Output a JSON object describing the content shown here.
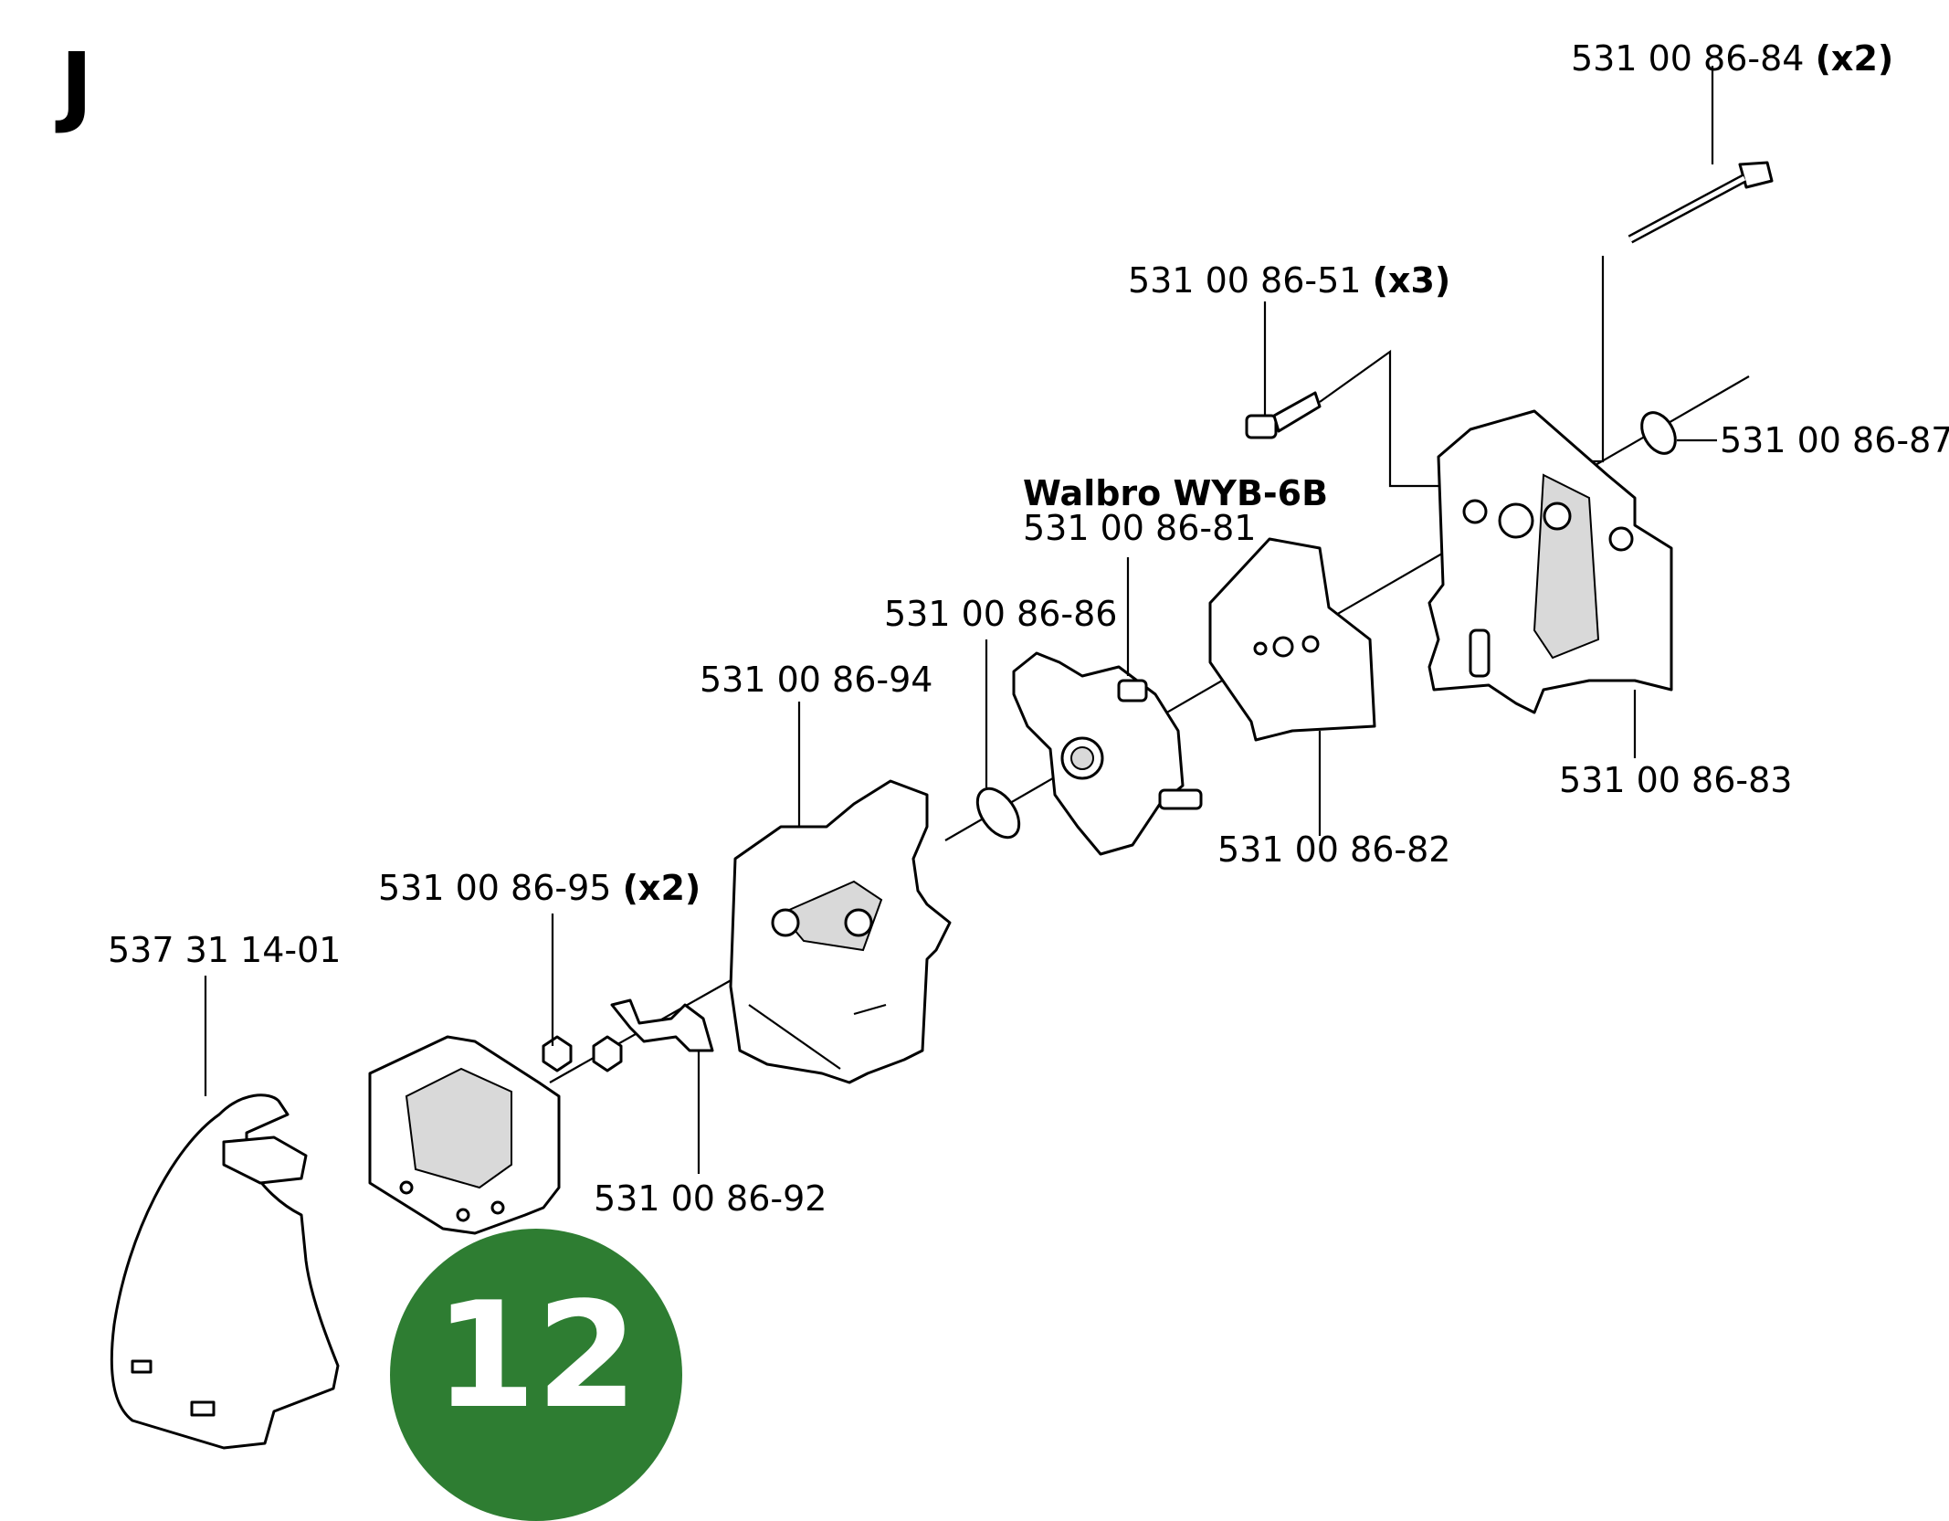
{
  "section_letter": "J",
  "page_number": "12",
  "colors": {
    "badge": "#2e7d32",
    "badge_text": "#ffffff"
  },
  "labels": {
    "p84": {
      "part": "531 00 86-84",
      "qty": "(x2)"
    },
    "p51": {
      "part": "531 00 86-51",
      "qty": "(x3)"
    },
    "p87": {
      "part": "531 00 86-87"
    },
    "carb_model": "Walbro WYB-6B",
    "p81": {
      "part": "531 00 86-81"
    },
    "p86": {
      "part": "531 00 86-86"
    },
    "p94": {
      "part": "531 00 86-94"
    },
    "p83": {
      "part": "531 00 86-83"
    },
    "p82": {
      "part": "531 00 86-82"
    },
    "p95": {
      "part": "531 00 86-95",
      "qty": "(x2)"
    },
    "p537": {
      "part": "537 31 14-01"
    },
    "p92": {
      "part": "531 00 86-92"
    }
  }
}
